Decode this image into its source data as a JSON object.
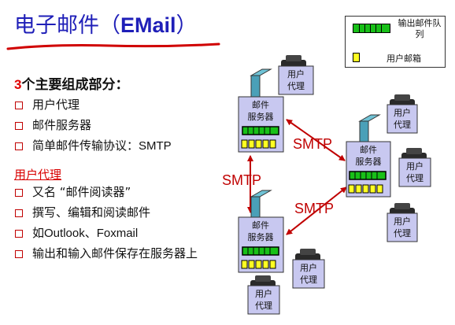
{
  "title": {
    "cn": "电子邮件（",
    "latin": "EMail",
    "close": "）"
  },
  "heading": {
    "num": "3",
    "text": "个主要组成部分："
  },
  "components": [
    {
      "label": "用户代理"
    },
    {
      "label": "邮件服务器"
    },
    {
      "label": "简单邮件传输协议：",
      "latin": "SMTP"
    }
  ],
  "ua_section": {
    "title": "用户代理",
    "items": [
      {
        "label": "又名 “邮件阅读器”"
      },
      {
        "label": "撰写、编辑和阅读邮件"
      },
      {
        "label": "如",
        "latin": "Outlook、Foxmail"
      },
      {
        "label": "输出和输入邮件保存在服务器上"
      }
    ]
  },
  "legend": {
    "queue_label": "输出邮件队列",
    "mailbox_label": "用户邮箱"
  },
  "diagram": {
    "server_label_line1": "邮件",
    "server_label_line2": "服务器",
    "ua_label_line1": "用户",
    "ua_label_line2": "代理",
    "protocol": "SMTP"
  },
  "colors": {
    "title": "#1f1fb8",
    "accent": "#c00000",
    "queue": "#18c018",
    "mailbox": "#ffff22",
    "server": "#c8c8f0",
    "ua_body": "#c8c8f0"
  }
}
